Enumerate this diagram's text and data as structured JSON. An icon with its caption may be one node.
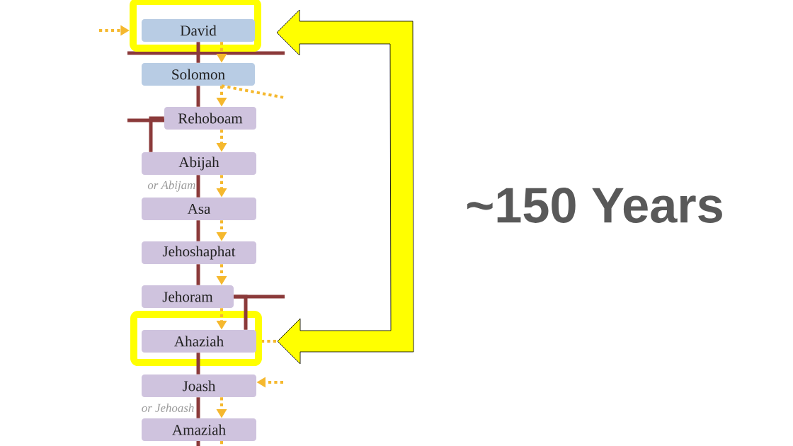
{
  "diagram": {
    "nodes": [
      {
        "text": [],
        "shape": "box"
      },
      {
        "text": [
          "David"
        ],
        "in": 0
      },
      {
        "text": [
          "Solomon"
        ]
      },
      {
        "text": [
          "Rehoboam"
        ]
      },
      {
        "text": [
          "Abijah"
        ]
      },
      {
        "text": [
          "Asa"
        ]
      },
      {
        "text": [
          "Jehoshaphat"
        ]
      },
      {
        "text": [
          "Jehoram"
        ]
      },
      {
        "text": [],
        "shape": "box"
      },
      {
        "text": [
          "Ahaziah"
        ],
        "in": 8
      },
      {
        "text": [
          "Joash"
        ]
      },
      {
        "text": [
          "Amaziah"
        ]
      }
    ],
    "edges": [
      {
        "from": 1,
        "to": 2,
        "arrow": "none",
        "color": "#8b3a3a"
      },
      {
        "from": 2,
        "to": 3,
        "arrow": "none",
        "color": "#8b3a3a"
      },
      {
        "from": 3,
        "to": 4,
        "arrow": "none",
        "color": "#8b3a3a"
      },
      {
        "from": 4,
        "to": 5,
        "arrow": "none",
        "color": "#8b3a3a"
      },
      {
        "from": 5,
        "to": 6,
        "arrow": "none",
        "color": "#8b3a3a"
      },
      {
        "from": 6,
        "to": 7,
        "arrow": "none",
        "color": "#8b3a3a"
      },
      {
        "from": 7,
        "to": 9,
        "arrow": "none",
        "color": "#8b3a3a"
      },
      {
        "from": 9,
        "to": 10,
        "arrow": "none",
        "color": "#8b3a3a"
      },
      {
        "from": 10,
        "to": 11,
        "arrow": "none",
        "color": "#8b3a3a"
      },
      {
        "from": 1,
        "to": 2,
        "arrow": "to",
        "style": "dashed",
        "color": "#f5b82e"
      },
      {
        "from": 2,
        "to": 3,
        "arrow": "to",
        "style": "dashed",
        "color": "#f5b82e"
      },
      {
        "from": 3,
        "to": 4,
        "arrow": "to",
        "style": "dashed",
        "color": "#f5b82e"
      },
      {
        "from": 4,
        "to": 5,
        "arrow": "to",
        "style": "dashed",
        "color": "#f5b82e"
      },
      {
        "from": 5,
        "to": 6,
        "arrow": "to",
        "style": "dashed",
        "color": "#f5b82e"
      },
      {
        "from": 6,
        "to": 7,
        "arrow": "to",
        "style": "dashed",
        "color": "#f5b82e"
      },
      {
        "from": 7,
        "to": 9,
        "arrow": "to",
        "style": "dashed",
        "color": "#f5b82e"
      },
      {
        "from": 10,
        "to": 11,
        "arrow": "to",
        "style": "dashed",
        "color": "#f5b82e"
      },
      {
        "from": null,
        "to": 0,
        "arrow": "to",
        "style": "dashed",
        "color": "#f5b82e"
      },
      {
        "from": 2,
        "to": null,
        "arrow": "none",
        "style": "dashed",
        "color": "#f5b82e"
      },
      {
        "from": null,
        "to": 8,
        "arrow": "none",
        "style": "dashed",
        "color": "#f5b82e"
      },
      {
        "from": null,
        "to": 10,
        "arrow": "to",
        "style": "dashed",
        "color": "#f5b82e"
      },
      {
        "from": 0,
        "to": 8,
        "arrow": "both",
        "style": "thick",
        "color": "#ffff00"
      }
    ],
    "labels": [
      "or Abijam",
      "or Jehoash",
      "~150 Years"
    ]
  }
}
